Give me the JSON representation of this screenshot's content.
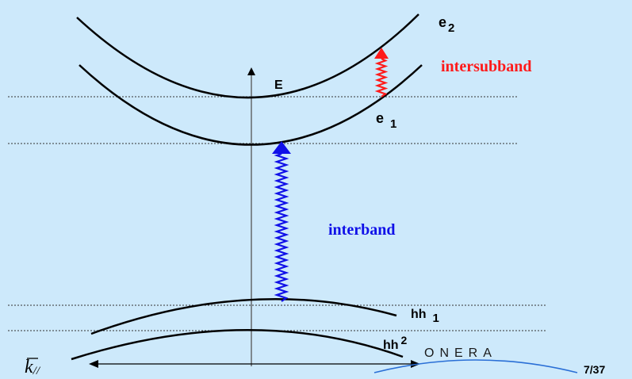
{
  "colors": {
    "background": "#cde9fb",
    "band_line": "#000000",
    "interband_arrow": "#1010e8",
    "intersubband_arrow": "#ff1a1a",
    "onera_arc": "#2a6fd6"
  },
  "diagram": {
    "axis_label_energy": "E",
    "axis_label_k": "k",
    "axis_label_k_sub": "//",
    "bands": {
      "e2": {
        "label": "e",
        "sub": "2"
      },
      "e1": {
        "label": "e",
        "sub": "1"
      },
      "hh1": {
        "label": "hh",
        "sub": "1"
      },
      "hh2": {
        "label": "hh",
        "sub": "2"
      }
    },
    "transitions": {
      "intersubband": "intersubband",
      "interband": "interband"
    }
  },
  "footer": {
    "logo_text": "ONERA",
    "slide_number": "7/37"
  }
}
